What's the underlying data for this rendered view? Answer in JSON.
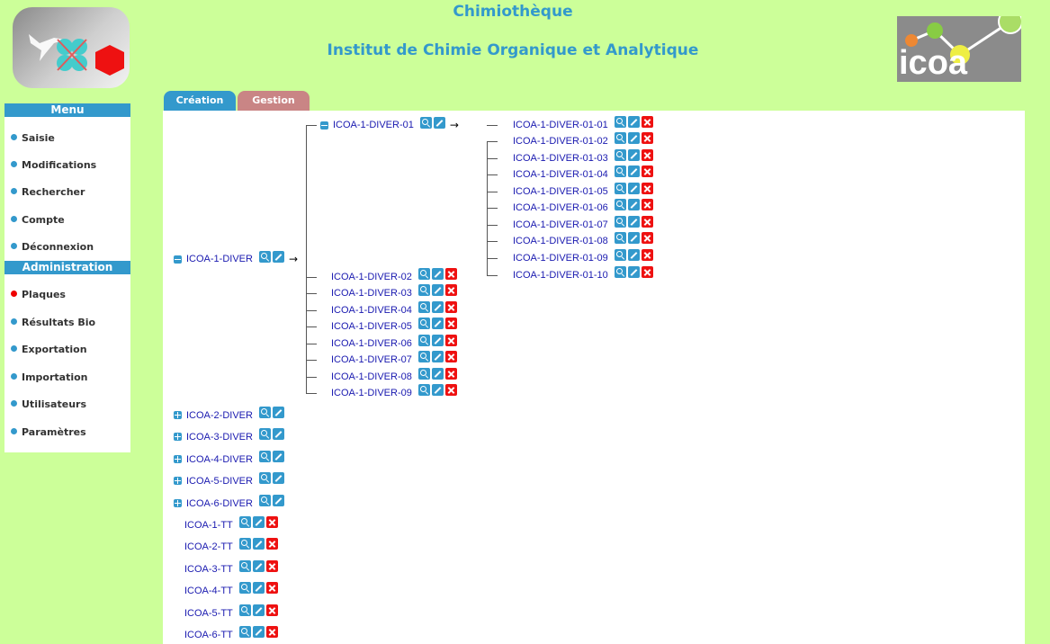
{
  "header": {
    "title": "Chimiothèque",
    "subtitle": "Institut de Chimie Organique et Analytique",
    "logo_right_text": "icoa"
  },
  "sidebar": {
    "menu_title": "Menu",
    "menu_items": [
      "Saisie",
      "Modifications",
      "Rechercher",
      "Compte",
      "Déconnexion"
    ],
    "admin_title": "Administration",
    "admin_items": [
      "Plaques",
      "Résultats Bio",
      "Exportation",
      "Importation",
      "Utilisateurs",
      "Paramètres"
    ],
    "active_item": "Plaques"
  },
  "tabs": [
    "Création",
    "Gestion"
  ],
  "tree": {
    "root_expanded": "ICOA-1-DIVER",
    "level2_expanded": "ICOA-1-DIVER-01",
    "level2_others": [
      "ICOA-1-DIVER-02",
      "ICOA-1-DIVER-03",
      "ICOA-1-DIVER-04",
      "ICOA-1-DIVER-05",
      "ICOA-1-DIVER-06",
      "ICOA-1-DIVER-07",
      "ICOA-1-DIVER-08",
      "ICOA-1-DIVER-09"
    ],
    "level3_items": [
      "ICOA-1-DIVER-01-01",
      "ICOA-1-DIVER-01-02",
      "ICOA-1-DIVER-01-03",
      "ICOA-1-DIVER-01-04",
      "ICOA-1-DIVER-01-05",
      "ICOA-1-DIVER-01-06",
      "ICOA-1-DIVER-01-07",
      "ICOA-1-DIVER-01-08",
      "ICOA-1-DIVER-01-09",
      "ICOA-1-DIVER-01-10"
    ],
    "collapsed_roots": [
      "ICOA-2-DIVER",
      "ICOA-3-DIVER",
      "ICOA-4-DIVER",
      "ICOA-5-DIVER",
      "ICOA-6-DIVER"
    ],
    "tt_items": [
      "ICOA-1-TT",
      "ICOA-2-TT",
      "ICOA-3-TT",
      "ICOA-4-TT",
      "ICOA-5-TT",
      "ICOA-6-TT"
    ],
    "arrow_glyph": "→"
  },
  "colors": {
    "background": "#ccff99",
    "accent": "#3399cc",
    "tab_gestion": "#c98585",
    "link": "#1a1ab0",
    "delete": "#ee1111"
  }
}
